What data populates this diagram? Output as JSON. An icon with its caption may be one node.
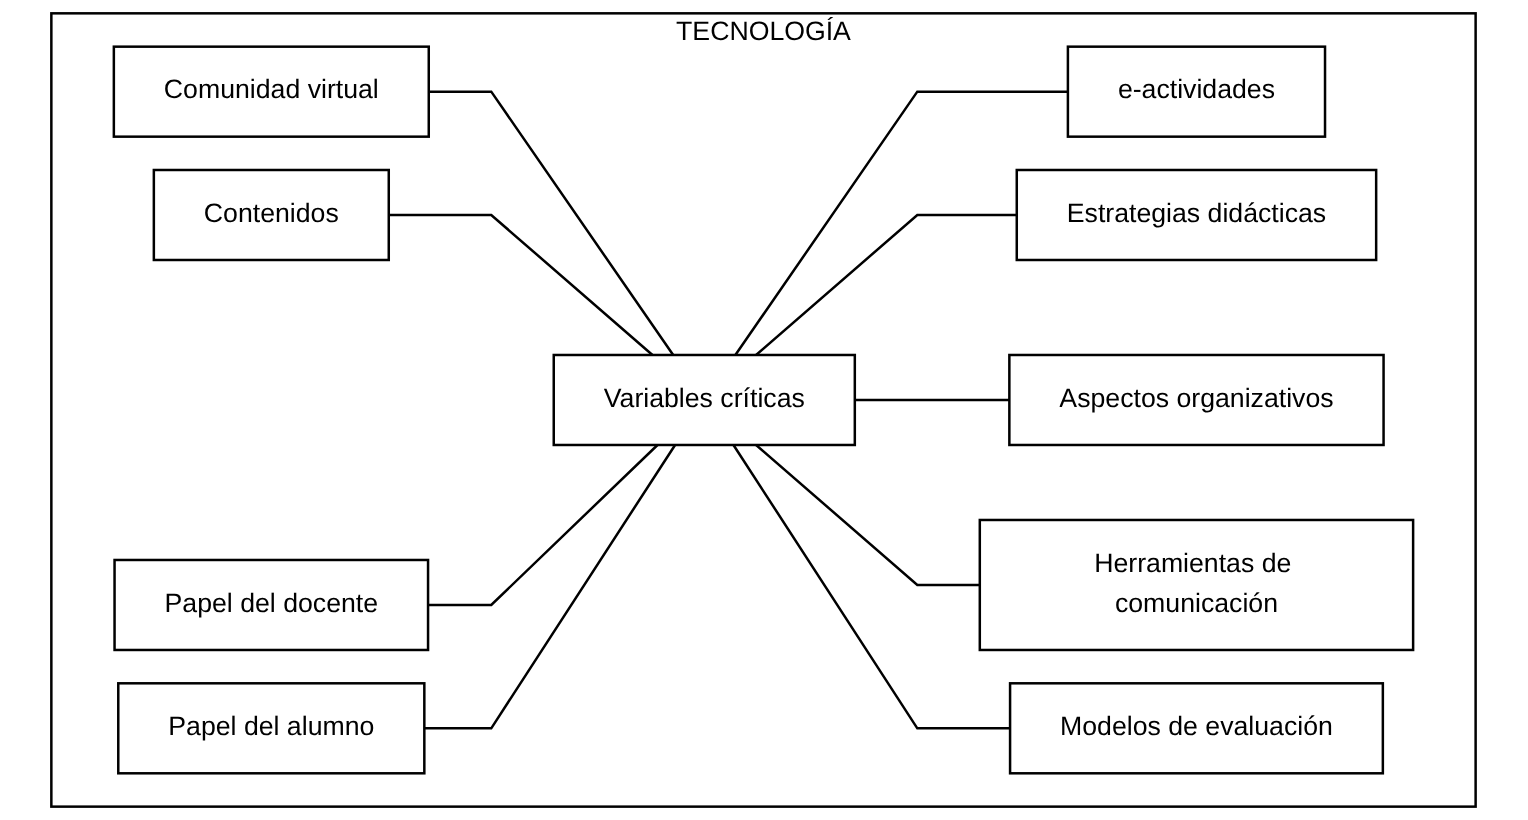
{
  "diagram": {
    "nodes": [
      {
        "text": [
          "TECNOLOGÍA"
        ]
      },
      {
        "text": [
          "Comunidad virtual"
        ],
        "in": 0
      },
      {
        "text": [
          "Contenidos"
        ],
        "in": 0
      },
      {
        "text": [
          "Papel del docente"
        ],
        "in": 0
      },
      {
        "text": [
          "Papel del alumno"
        ],
        "in": 0
      },
      {
        "text": [
          "Variables críticas"
        ],
        "in": 0
      },
      {
        "text": [
          "e-actividades"
        ],
        "in": 0
      },
      {
        "text": [
          "Estrategias didácticas"
        ],
        "in": 0
      },
      {
        "text": [
          "Aspectos organizativos"
        ],
        "in": 0
      },
      {
        "text": [
          "Herramientas de comunicación"
        ],
        "in": 0
      },
      {
        "text": [
          "Modelos de evaluación"
        ],
        "in": 0
      }
    ],
    "edges": [
      {
        "from": 1,
        "to": 5,
        "arrow": "none"
      },
      {
        "from": 2,
        "to": 5,
        "arrow": "none"
      },
      {
        "from": 3,
        "to": 5,
        "arrow": "none"
      },
      {
        "from": 4,
        "to": 5,
        "arrow": "none"
      },
      {
        "from": 5,
        "to": 6,
        "arrow": "none"
      },
      {
        "from": 5,
        "to": 7,
        "arrow": "none"
      },
      {
        "from": 5,
        "to": 8,
        "arrow": "none"
      },
      {
        "from": 5,
        "to": 9,
        "arrow": "none"
      },
      {
        "from": 5,
        "to": 10,
        "arrow": "none"
      }
    ]
  }
}
